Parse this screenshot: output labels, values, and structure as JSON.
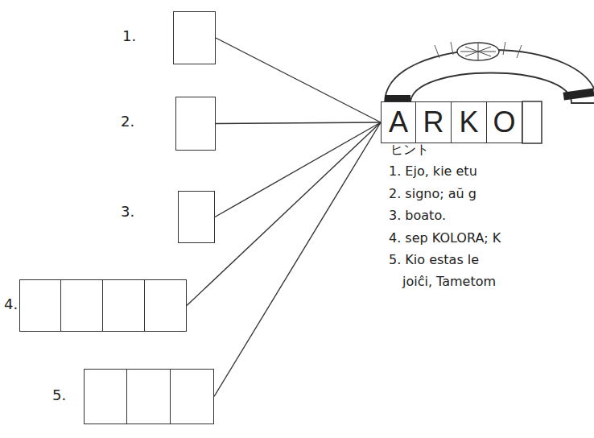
{
  "diagram": {
    "nodes": [
      {
        "text": [
          "1."
        ]
      },
      {
        "text": [
          "2."
        ]
      },
      {
        "text": [
          "3."
        ]
      },
      {
        "text": [
          "4."
        ]
      },
      {
        "text": [
          "5."
        ]
      },
      {
        "text": [
          "A",
          "R",
          "K",
          "O"
        ]
      }
    ],
    "edges": [
      {
        "from": 0,
        "to": 5,
        "arrow": "none"
      },
      {
        "from": 1,
        "to": 5,
        "arrow": "none"
      },
      {
        "from": 2,
        "to": 5,
        "arrow": "none"
      },
      {
        "from": 3,
        "to": 5,
        "arrow": "none"
      },
      {
        "from": 4,
        "to": 5,
        "arrow": "none"
      }
    ],
    "labels": [
      "ヒント",
      "1. Ejo, kie etu",
      "2. signo; aŭ g",
      "3. boato.",
      "4. sep KOLORA; K",
      "5. Kio estas le",
      "joiĉi, Tametom"
    ]
  }
}
